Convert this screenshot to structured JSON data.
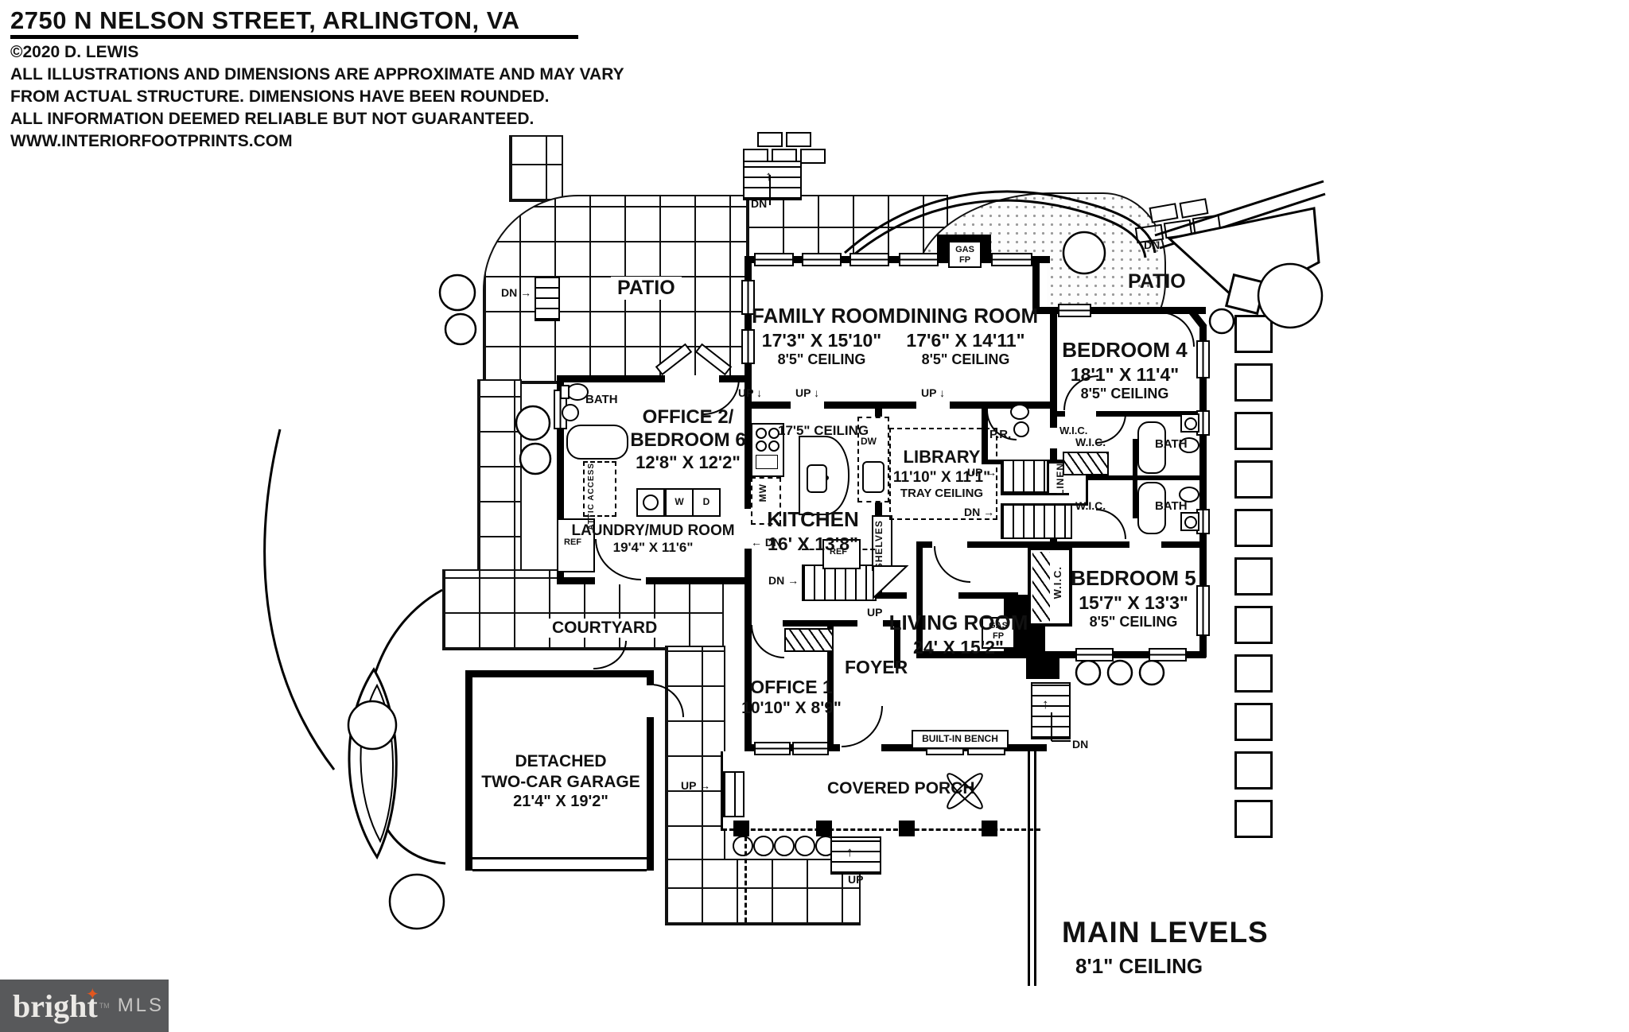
{
  "header": {
    "title": "2750 N NELSON STREET, ARLINGTON, VA",
    "copyright": "©2020 D. LEWIS",
    "line1": "ALL ILLUSTRATIONS AND DIMENSIONS ARE APPROXIMATE AND MAY VARY",
    "line2": "FROM ACTUAL STRUCTURE. DIMENSIONS HAVE BEEN ROUNDED.",
    "line3": "ALL INFORMATION DEEMED RELIABLE BUT NOT GUARANTEED.",
    "website": "WWW.INTERIORFOOTPRINTS.COM"
  },
  "footer": {
    "plan_title": "MAIN LEVELS",
    "plan_ceiling": "8'1\" CEILING"
  },
  "logo": {
    "brand": "bright",
    "mls": "MLS",
    "tm": "TM",
    "colors": {
      "bg": "#58595b",
      "star": "#e2571f",
      "text": "#ebe9e6",
      "mls": "#c9c8c6"
    }
  },
  "rooms": {
    "family": {
      "name": "FAMILY ROOM",
      "dims": "17'3\" X 15'10\"",
      "ceiling": "8'5\" CEILING"
    },
    "dining": {
      "name": "DINING ROOM",
      "dims": "17'6\" X 14'11\"",
      "ceiling": "8'5\" CEILING"
    },
    "bedroom4": {
      "name": "BEDROOM 4",
      "dims": "18'1\" X 11'4\"",
      "ceiling": "8'5\" CEILING"
    },
    "bedroom5": {
      "name": "BEDROOM 5",
      "dims": "15'7\" X 13'3\"",
      "ceiling": "8'5\" CEILING"
    },
    "office2": {
      "line1": "OFFICE 2/",
      "line2": "BEDROOM 6",
      "dims": "12'8\" X 12'2\""
    },
    "kitchen": {
      "name": "KITCHEN",
      "dims": "16' X 13'8\"",
      "ceiling": "17'5\" CEILING"
    },
    "library": {
      "name": "LIBRARY",
      "dims": "11'10\" X 11'1\"",
      "ceiling": "TRAY CEILING"
    },
    "laundry": {
      "name": "LAUNDRY/MUD ROOM",
      "dims": "19'4\" X 11'6\""
    },
    "living": {
      "name": "LIVING ROOM",
      "dims": "24' X 15'2\""
    },
    "office1": {
      "name": "OFFICE 1",
      "dims": "10'10\" X 8'9\""
    },
    "garage": {
      "line1": "DETACHED",
      "line2": "TWO-CAR GARAGE",
      "dims": "21'4\" X 19'2\""
    },
    "foyer": "FOYER",
    "courtyard": "COURTYARD",
    "porch": "COVERED PORCH",
    "patio_left": "PATIO",
    "patio_right": "PATIO"
  },
  "labels": {
    "bath": "BATH",
    "wic": "W.I.C.",
    "linen": "LINEN",
    "pr": "P.R.",
    "ref": "REF",
    "mw": "MW",
    "dw": "DW",
    "washer": "W",
    "dryer": "D",
    "shelves": "SHELVES",
    "attic": "ATTIC ACCESS",
    "gas1": "GAS",
    "gas2": "FP",
    "bench": "BUILT-IN BENCH",
    "up": "UP",
    "dn": "DN",
    "arrow_up": "↑",
    "arrow_down": "↓",
    "arrow_right": "→",
    "arrow_left": "←"
  }
}
